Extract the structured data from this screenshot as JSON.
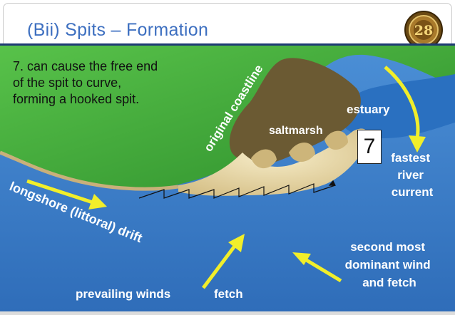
{
  "slide": {
    "title": "(Bii) Spits – Formation",
    "slide_number": "28",
    "text_lines": [
      "7. can cause the free end",
      "of the spit to curve,",
      "forming a hooked spit."
    ],
    "step_box": "7"
  },
  "diagram": {
    "labels": {
      "original_coastline": "original coastline",
      "saltmarsh": "saltmarsh",
      "estuary": "estuary",
      "fastest_river_current": [
        "fastest",
        "river",
        "current"
      ],
      "longshore_drift": "longshore (littoral) drift",
      "second_wind": [
        "second most",
        "dominant wind",
        "and fetch"
      ],
      "prevailing_winds": "prevailing winds",
      "fetch": "fetch"
    },
    "colors": {
      "sea": "#3a7fc8",
      "land": "#3fa83a",
      "saltmarsh": "#6b5a33",
      "sand": "#e6d5a6",
      "estuary": "#2a6fbf",
      "arrow": "#f1ee2a",
      "label": "#ffffff",
      "title": "#3d6fc0"
    }
  }
}
